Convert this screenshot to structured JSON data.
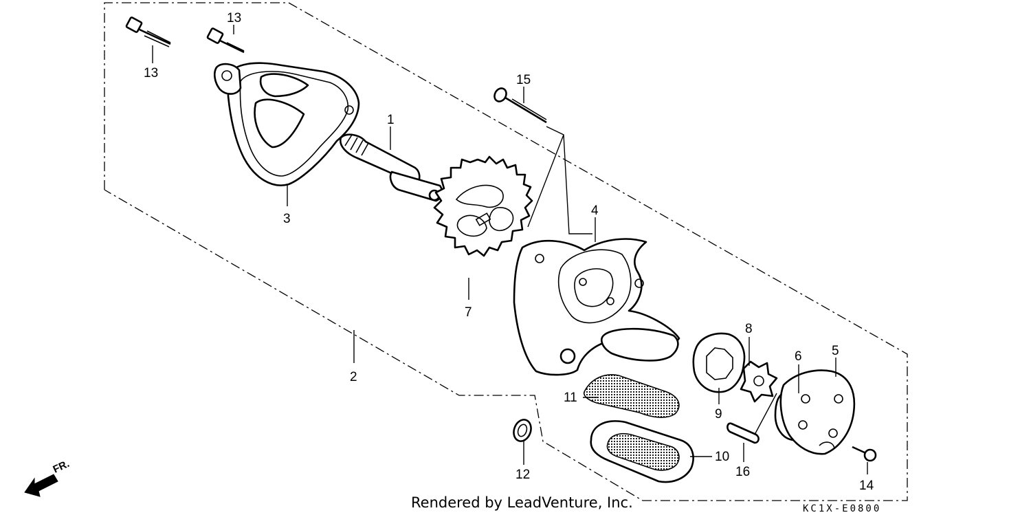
{
  "callouts": {
    "c1": "1",
    "c2": "2",
    "c3": "3",
    "c4": "4",
    "c5": "5",
    "c6": "6",
    "c7": "7",
    "c8": "8",
    "c9": "9",
    "c10": "10",
    "c11": "11",
    "c12": "12",
    "c13a": "13",
    "c13b": "13",
    "c14": "14",
    "c15": "15",
    "c16": "16"
  },
  "icons": {
    "front_arrow": "front-direction-arrow-icon",
    "front_label": "FR."
  },
  "footer": {
    "credit": "Rendered by LeadVenture, Inc.",
    "diagram_code": "KC1X-E0800"
  }
}
